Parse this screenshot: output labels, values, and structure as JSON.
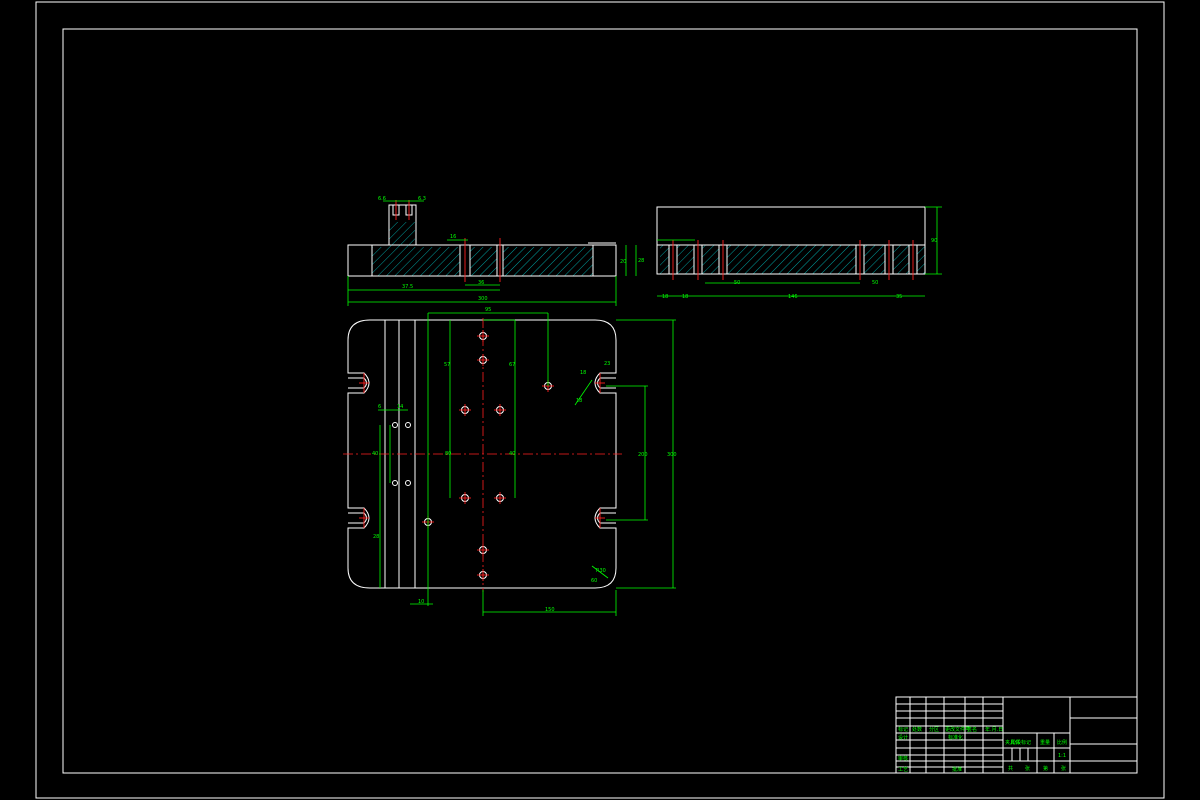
{
  "dims": {
    "front_1": "6.6",
    "front_2": "37.5",
    "front_3": "36",
    "front_4": "300",
    "front_5": "28",
    "front_6": "20",
    "front_7": "16",
    "front_8": "6.3",
    "side_1": "18",
    "side_2": "18",
    "side_3": "50",
    "side_4": "146",
    "side_5": "50",
    "side_6": "35",
    "side_7": "90",
    "plan_1": "95",
    "plan_2": "57",
    "plan_3": "67",
    "plan_4": "6",
    "plan_5": "14",
    "plan_6": "40",
    "plan_7": "80",
    "plan_8": "40",
    "plan_9": "28",
    "plan_10": "10",
    "plan_11": "18",
    "plan_12": "18",
    "plan_13": "200",
    "plan_14": "300",
    "plan_15": "150",
    "plan_16": "R30",
    "plan_17": "23",
    "plan_18": "60"
  },
  "title_block": {
    "row1": [
      "标记",
      "处数",
      "分区",
      "更改文件号",
      "签名",
      "年.月.日"
    ],
    "designer": "设计",
    "standard": "标准化",
    "part_name": "夹具体",
    "stage_label": "阶段标记",
    "weight_label": "重量",
    "scale_label": "比例",
    "scale_value": "1:1",
    "checker": "审核",
    "process": "工艺",
    "approve": "批准",
    "sheet_texts": [
      "共",
      "张",
      "第",
      "张"
    ]
  }
}
